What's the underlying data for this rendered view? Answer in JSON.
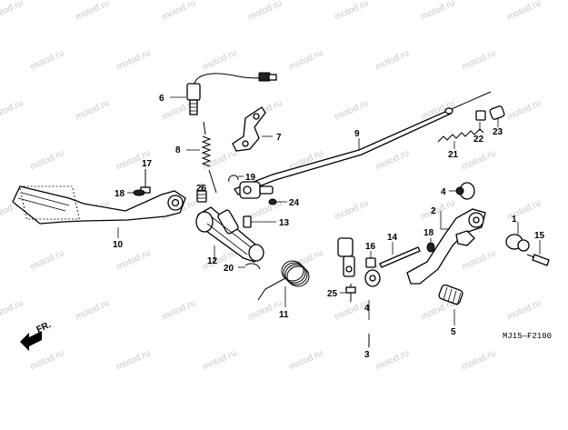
{
  "watermark_text": "motod.ru",
  "diagram_ref": "MJ15—F2100",
  "front_indicator": "FR.",
  "callouts": {
    "c1": "1",
    "c2": "2",
    "c3": "3",
    "c4a": "4",
    "c4b": "4",
    "c5": "5",
    "c6": "6",
    "c7": "7",
    "c8": "8",
    "c9": "9",
    "c10": "10",
    "c11": "11",
    "c12": "12",
    "c13": "13",
    "c14": "14",
    "c15": "15",
    "c16": "16",
    "c17": "17",
    "c18a": "18",
    "c18b": "18",
    "c19": "19",
    "c20": "20",
    "c21": "21",
    "c22": "22",
    "c23": "23",
    "c24": "24",
    "c25": "25",
    "c26": "26"
  }
}
